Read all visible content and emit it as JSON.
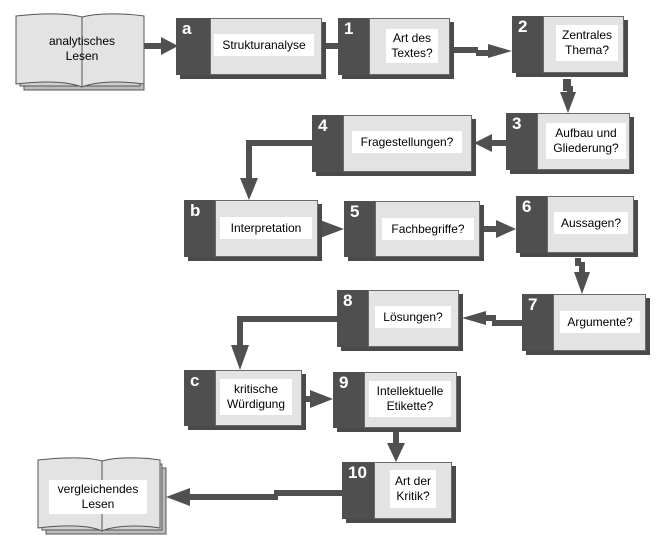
{
  "diagram": {
    "type": "flowchart",
    "start": {
      "id": "start",
      "label": "analytisches Lesen",
      "lines": [
        "analytisches",
        "Lesen"
      ]
    },
    "end": {
      "id": "end",
      "label": "vergleichendes Lesen",
      "lines": [
        "vergleichendes",
        "Lesen"
      ]
    },
    "phases": [
      {
        "key": "a",
        "label": "Strukturanalyse"
      },
      {
        "key": "b",
        "label": "Interpretation"
      },
      {
        "key": "c",
        "label": "kritische Würdigung",
        "lines": [
          "kritische",
          "Würdigung"
        ]
      }
    ],
    "steps": [
      {
        "key": "1",
        "label": "Art des Textes?",
        "lines": [
          "Art des",
          "Textes?"
        ]
      },
      {
        "key": "2",
        "label": "Zentrales Thema?",
        "lines": [
          "Zentrales",
          "Thema?"
        ]
      },
      {
        "key": "3",
        "label": "Aufbau und Gliederung?",
        "lines": [
          "Aufbau und",
          "Gliederung?"
        ]
      },
      {
        "key": "4",
        "label": "Fragestellungen?"
      },
      {
        "key": "5",
        "label": "Fachbegriffe?"
      },
      {
        "key": "6",
        "label": "Aussagen?"
      },
      {
        "key": "7",
        "label": "Argumente?"
      },
      {
        "key": "8",
        "label": "Lösungen?"
      },
      {
        "key": "9",
        "label": "Intellektuelle Etikette?",
        "lines": [
          "Intellektuelle",
          "Etikette?"
        ]
      },
      {
        "key": "10",
        "label": "Art der Kritik?",
        "lines": [
          "Art der",
          "Kritik?"
        ]
      }
    ],
    "edges": [
      [
        "start",
        "a"
      ],
      [
        "a",
        "1"
      ],
      [
        "1",
        "2"
      ],
      [
        "2",
        "3"
      ],
      [
        "3",
        "4"
      ],
      [
        "4",
        "b"
      ],
      [
        "b",
        "5"
      ],
      [
        "5",
        "6"
      ],
      [
        "6",
        "7"
      ],
      [
        "7",
        "8"
      ],
      [
        "8",
        "c"
      ],
      [
        "c",
        "9"
      ],
      [
        "9",
        "10"
      ],
      [
        "10",
        "end"
      ]
    ],
    "colors": {
      "tab": "#4f4f4f",
      "panel": "#e3e3e3",
      "arrow": "#505050",
      "text_bg": "#ffffff"
    }
  }
}
